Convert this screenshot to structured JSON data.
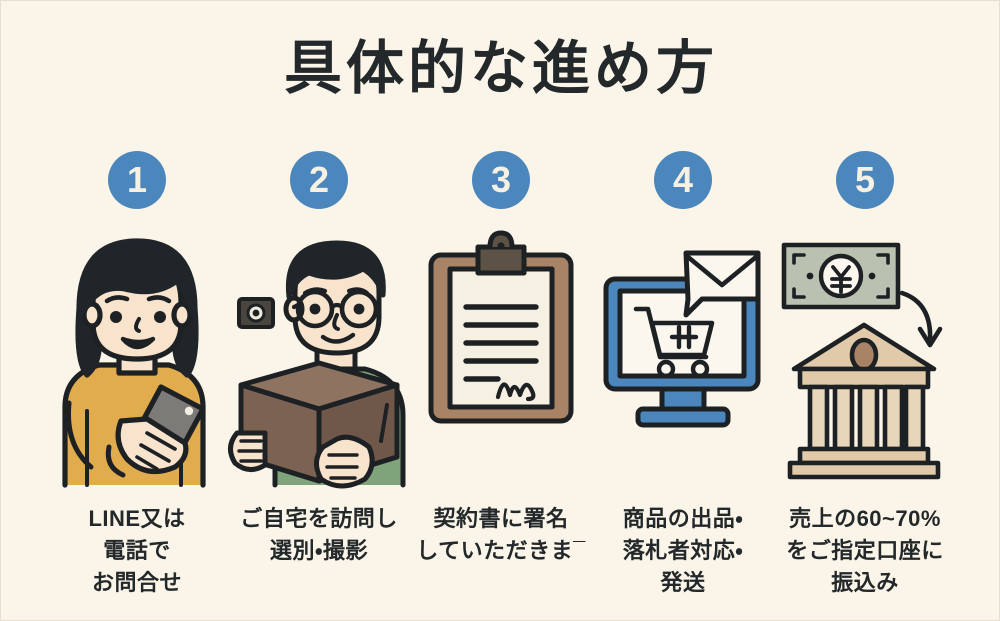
{
  "page": {
    "title": "具体的な進め方",
    "background_color": "#FBF5E9",
    "text_color": "#23282B",
    "accent_color": "#4B87BC"
  },
  "steps": [
    {
      "number": "1",
      "icon": "woman-with-smartphone-illustration",
      "caption": "LINE又は\n電話で\nお問合せ"
    },
    {
      "number": "2",
      "icon": "man-holding-cardboard-box-illustration",
      "caption": "ご自宅を訪問し\n選別・撮影"
    },
    {
      "number": "3",
      "icon": "clipboard-signed-contract-icon",
      "caption": "契約書に署名\nしていただきま¯"
    },
    {
      "number": "4",
      "icon": "monitor-shopping-cart-mail-icon",
      "caption": "商品の出品・\n落札者対応・\n発送"
    },
    {
      "number": "5",
      "icon": "banknote-to-bank-building-icon",
      "caption": "売上の60~70%\nをご指定口座に\n振込み"
    }
  ]
}
